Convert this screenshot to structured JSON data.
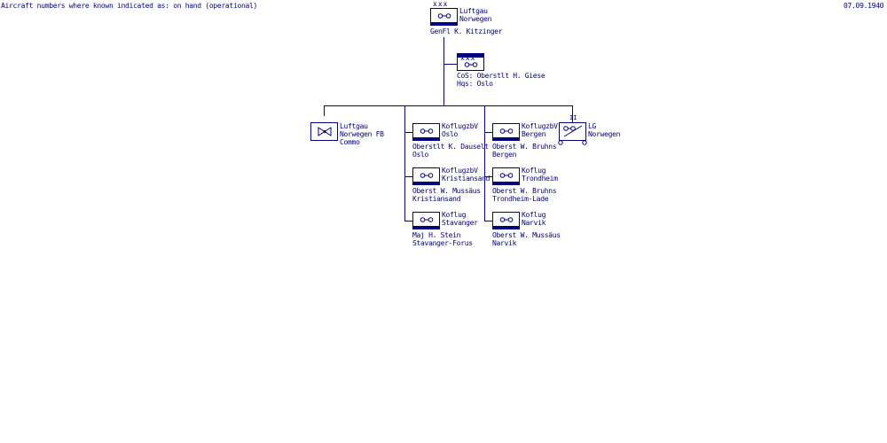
{
  "header": {
    "note": "Aircraft numbers where known indicated as: on hand (operational)",
    "date": "07.09.1940"
  },
  "hq": {
    "marks": "xxx",
    "name1": "Luftgau",
    "name2": "Norwegen",
    "commander": "GenFl K. Kitzinger"
  },
  "chief_of_staff": {
    "marks": "xxx",
    "line1": "CoS: Oberstlt H. Giese",
    "line2": "Hqs: Oslo"
  },
  "fb": {
    "name1": "Luftgau",
    "name2": "Norwegen FB",
    "name3": "Commo"
  },
  "units_col1": [
    {
      "name1": "KoflugzbV",
      "name2": "Oslo",
      "cmd": "Oberstlt K. Dauselt",
      "loc": "Oslo"
    },
    {
      "name1": "KoflugzbV",
      "name2": "Kristiansand",
      "cmd": "Oberst W. Mussäus",
      "loc": "Kristiansand"
    },
    {
      "name1": "Koflug",
      "name2": "Stavanger",
      "cmd": "Maj H. Stein",
      "loc": "Stavanger-Forus"
    }
  ],
  "units_col2": [
    {
      "name1": "KoflugzbV",
      "name2": "Bergen",
      "cmd": "Oberst W. Bruhns",
      "loc": "Bergen"
    },
    {
      "name1": "Koflug",
      "name2": "Trondheim",
      "cmd": "Oberst W. Bruhns",
      "loc": "Trondheim-Lade"
    },
    {
      "name1": "Koflug",
      "name2": "Narvik",
      "cmd": "Oberst W. Mussäus",
      "loc": "Narvik"
    }
  ],
  "lg": {
    "marks": "II",
    "name1": "LG",
    "name2": "Norwegen"
  },
  "colors": {
    "line": "#000080",
    "background": "#ffffff"
  }
}
